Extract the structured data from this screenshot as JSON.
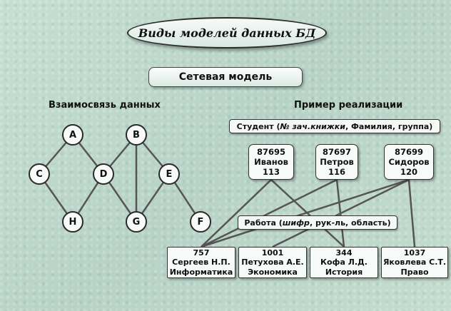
{
  "title": "Виды моделей данных БД",
  "subtitle": "Сетевая модель",
  "left_heading": "Взаимосвязь данных",
  "right_heading": "Пример реализации",
  "graph": {
    "nodes": [
      "A",
      "B",
      "C",
      "D",
      "E",
      "H",
      "G",
      "F"
    ],
    "edges": [
      [
        "A",
        "C"
      ],
      [
        "A",
        "D"
      ],
      [
        "C",
        "H"
      ],
      [
        "H",
        "D"
      ],
      [
        "D",
        "B"
      ],
      [
        "D",
        "G"
      ],
      [
        "B",
        "G"
      ],
      [
        "B",
        "E"
      ],
      [
        "E",
        "G"
      ],
      [
        "E",
        "F"
      ]
    ]
  },
  "student_caption": {
    "before": "Студент (",
    "italic": "№ зач.книжки",
    "after": ", Фамилия, группа)"
  },
  "students": [
    {
      "number": "87695",
      "name": "Иванов",
      "group": "113"
    },
    {
      "number": "87697",
      "name": "Петров",
      "group": "116"
    },
    {
      "number": "87699",
      "name": "Сидоров",
      "group": "120"
    }
  ],
  "work_caption": {
    "before": "Работа (",
    "italic": "шифр",
    "after": ", рук-ль, область)"
  },
  "works": [
    {
      "code": "757",
      "leader": "Сергеев Н.П.",
      "area": "Информатика"
    },
    {
      "code": "1001",
      "leader": "Петухова А.Е.",
      "area": "Экономика"
    },
    {
      "code": "344",
      "leader": "Кофа Л.Д.",
      "area": "История"
    },
    {
      "code": "1037",
      "leader": "Яковлева С.Т.",
      "area": "Право"
    }
  ],
  "links": [
    [
      "87695",
      "757"
    ],
    [
      "87695",
      "344"
    ],
    [
      "87697",
      "757"
    ],
    [
      "87697",
      "344"
    ],
    [
      "87699",
      "757"
    ],
    [
      "87699",
      "1001"
    ],
    [
      "87699",
      "1037"
    ]
  ],
  "colors": {
    "background": "#bfd8cc",
    "line": "#555555",
    "box_fill": "#f6faf8"
  }
}
